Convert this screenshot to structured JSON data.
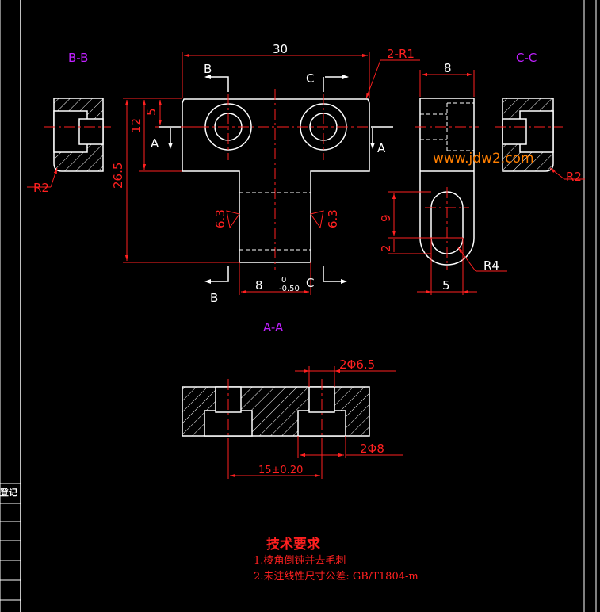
{
  "section_labels": {
    "bb": "B-B",
    "cc": "C-C",
    "aa": "A-A"
  },
  "cut_letters": {
    "a": "A",
    "b": "B",
    "c": "C"
  },
  "dims": {
    "width_30": "30",
    "radius_2r1": "2-R1",
    "depth_8": "8",
    "height_5": "5",
    "height_12": "12",
    "height_26_5": "26.5",
    "radius_r2": "R2",
    "rough_6_3": "6.3",
    "stem_8": "8",
    "tol_upper": "0",
    "tol_lower": "-0.50",
    "slot_9": "9",
    "slot_2": "2",
    "slot_5": "5",
    "radius_r4": "R4",
    "hole_2d6_5": "2Φ6.5",
    "hole_2d8": "2Φ8",
    "pitch_15": "15±0.20"
  },
  "watermark": "www.jdw2.com",
  "notes": {
    "title": "技术要求",
    "line1": "1.棱角倒钝并去毛刺",
    "line2": "2.未注线性尺寸公差: GB/T1804-m"
  },
  "title_block": {
    "register": "登记"
  },
  "colors": {
    "outline": "#ffffff",
    "dimension": "#ff2020",
    "section": "#c020ff",
    "watermark": "#ff7f00",
    "background": "#000000"
  }
}
